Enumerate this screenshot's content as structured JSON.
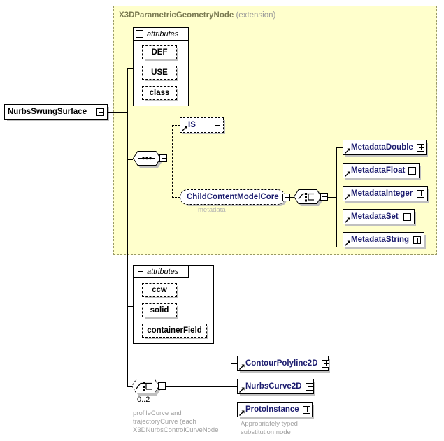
{
  "diagram": {
    "type": "xml-schema-diagram",
    "root_element": {
      "name": "NurbsSwungSurface",
      "expander": "minus"
    },
    "extension_region": {
      "title_bold": "X3DParametricGeometryNode",
      "title_paren": "(extension)",
      "background_color": "#ffffcc",
      "border_style": "dashed"
    },
    "attribute_groups": [
      {
        "id": "upper",
        "header_label": "attributes",
        "header_expander": "minus",
        "items": [
          "DEF",
          "USE",
          "class"
        ]
      },
      {
        "id": "lower",
        "header_label": "attributes",
        "header_expander": "minus",
        "items": [
          "ccw",
          "solid",
          "containerField"
        ]
      }
    ],
    "compositors": [
      {
        "id": "main-sequence",
        "kind": "sequence",
        "border": "solid",
        "expander": "minus"
      },
      {
        "id": "metadata-choice",
        "kind": "choice",
        "border": "solid",
        "expander": "minus"
      },
      {
        "id": "curve-choice",
        "kind": "choice",
        "border": "dashed",
        "expander": "minus",
        "cardinality": "0..2"
      }
    ],
    "nodes": {
      "is": {
        "label": "IS",
        "border": "dashed",
        "expander": "plus"
      },
      "child_content_model_core": {
        "label": "ChildContentModelCore",
        "border": "dashed-rounded",
        "expander": "minus",
        "sub_label": "metadata"
      },
      "metadata_children": [
        {
          "label": "MetadataDouble",
          "expander": "plus"
        },
        {
          "label": "MetadataFloat",
          "expander": "plus"
        },
        {
          "label": "MetadataInteger",
          "expander": "plus"
        },
        {
          "label": "MetadataSet",
          "expander": "plus"
        },
        {
          "label": "MetadataString",
          "expander": "plus"
        }
      ],
      "curve_children": [
        {
          "label": "ContourPolyline2D",
          "expander": "plus"
        },
        {
          "label": "NurbsCurve2D",
          "expander": "plus"
        },
        {
          "label": "ProtoInstance",
          "expander": "plus"
        }
      ]
    },
    "annotations": {
      "curve_choice_note": "profileCurve and\ntrajectoryCurve (each\nX3DNurbsControlCurveNode",
      "proto_instance_note": "Appropriately typed\nsubstitution node"
    },
    "colors": {
      "element_text": "#1a1a6e",
      "region_fill": "#ffffcc",
      "region_border": "#999966",
      "title_text": "#808080",
      "annotation_text": "#a0a0a0",
      "shadow": "#c0c0c0"
    }
  }
}
